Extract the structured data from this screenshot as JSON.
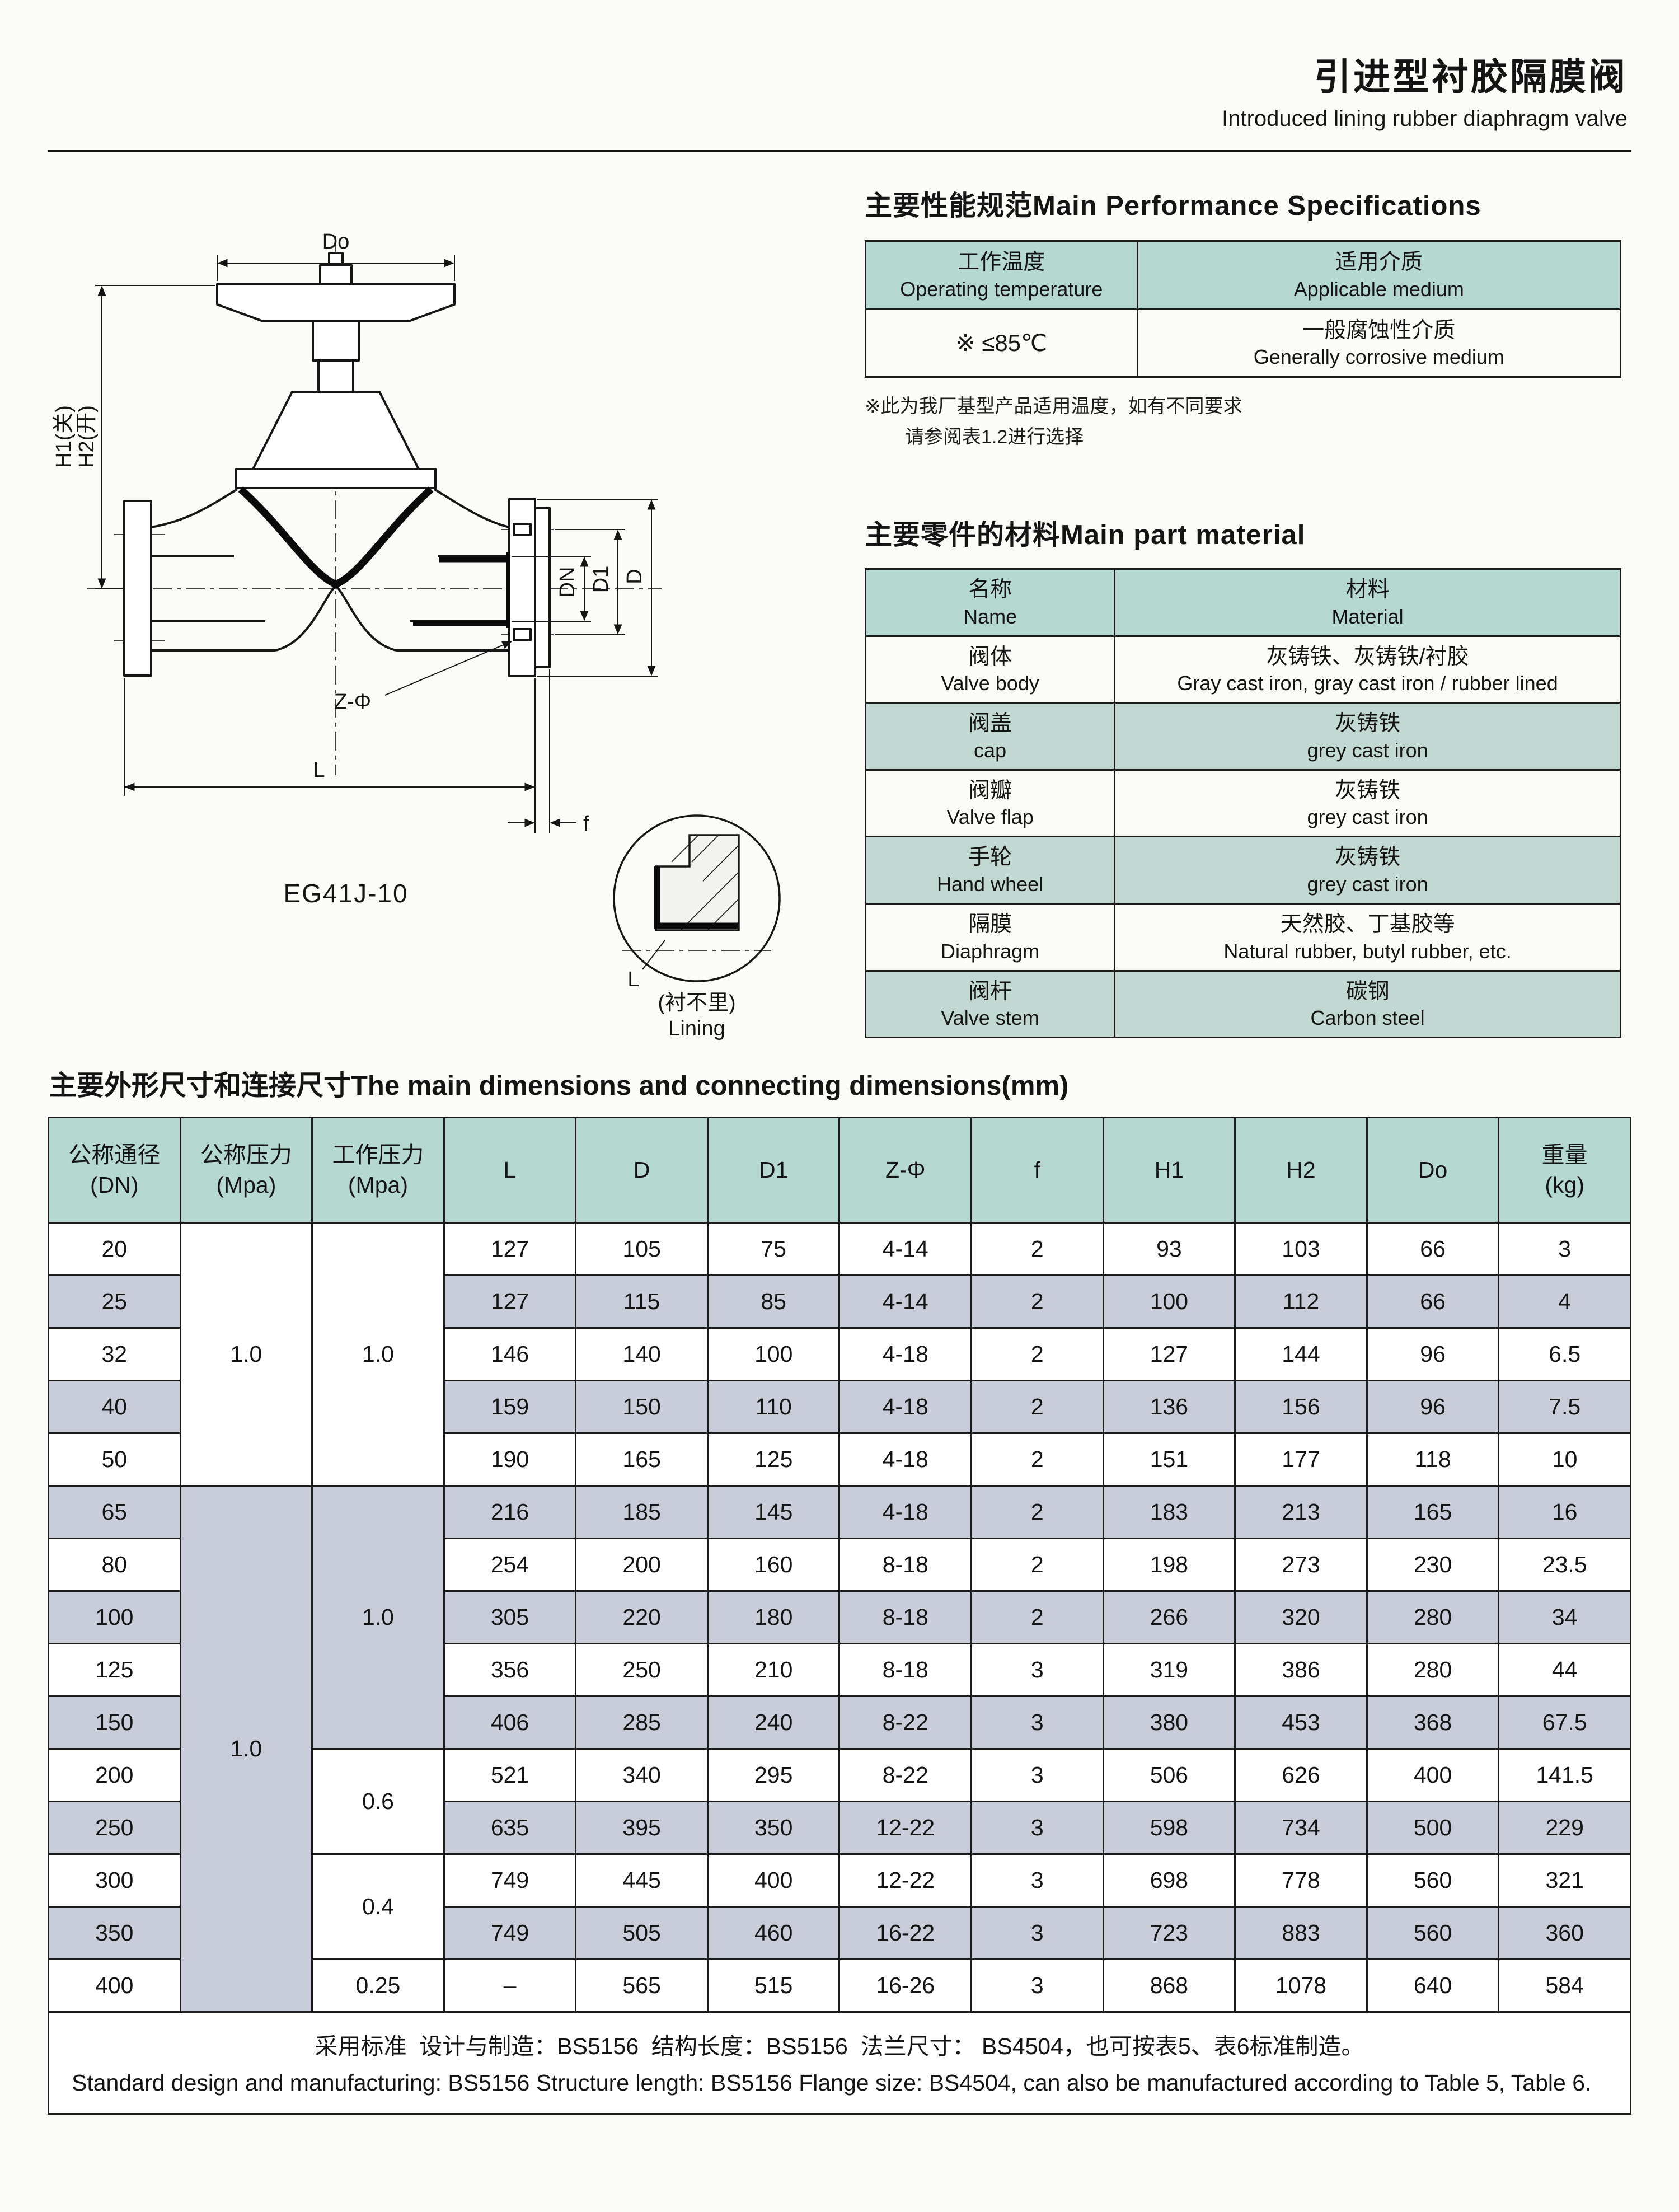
{
  "colors": {
    "table_header_teal": "#b5d8d0",
    "row_shade_gray": "#c9cdda",
    "material_alt_teal": "#c2d8d2",
    "page_bg": "#fbfbf8",
    "ink": "#141414"
  },
  "header": {
    "title_zh": "引进型衬胶隔膜阀",
    "title_en": "Introduced lining rubber diaphragm valve"
  },
  "drawing": {
    "model": "EG41J-10",
    "dim_do": "Do",
    "dim_h1": "H1(关)",
    "dim_h2": "H2(开)",
    "dim_dn": "DN",
    "dim_d1": "D1",
    "dim_d": "D",
    "dim_z": "Z-Φ",
    "dim_l": "L",
    "dim_f": "f",
    "detail_l": "L",
    "detail_caption_zh": "(衬不里)",
    "detail_caption_en": "Lining"
  },
  "perf": {
    "title": "主要性能规范Main Performance Specifications",
    "col1_zh": "工作温度",
    "col1_en": "Operating temperature",
    "col2_zh": "适用介质",
    "col2_en": "Applicable medium",
    "temp": "※ ≤85℃",
    "medium_zh": "一般腐蚀性介质",
    "medium_en": "Generally corrosive medium",
    "footnote1": "※此为我厂基型产品适用温度，如有不同要求",
    "footnote2": "请参阅表1.2进行选择"
  },
  "materials": {
    "title": "主要零件的材料Main part material",
    "header": {
      "name_zh": "名称",
      "name_en": "Name",
      "mat_zh": "材料",
      "mat_en": "Material"
    },
    "rows": [
      {
        "name_zh": "阀体",
        "name_en": "Valve body",
        "mat_zh": "灰铸铁、灰铸铁/衬胶",
        "mat_en": "Gray cast iron, gray cast iron / rubber lined"
      },
      {
        "name_zh": "阀盖",
        "name_en": "cap",
        "mat_zh": "灰铸铁",
        "mat_en": "grey cast iron"
      },
      {
        "name_zh": "阀瓣",
        "name_en": "Valve flap",
        "mat_zh": "灰铸铁",
        "mat_en": "grey cast iron"
      },
      {
        "name_zh": "手轮",
        "name_en": "Hand wheel",
        "mat_zh": "灰铸铁",
        "mat_en": "grey cast iron"
      },
      {
        "name_zh": "隔膜",
        "name_en": "Diaphragm",
        "mat_zh": "天然胶、丁基胶等",
        "mat_en": "Natural rubber, butyl rubber, etc."
      },
      {
        "name_zh": "阀杆",
        "name_en": "Valve stem",
        "mat_zh": "碳钢",
        "mat_en": "Carbon steel"
      }
    ]
  },
  "dims": {
    "title": "主要外形尺寸和连接尺寸The main dimensions and connecting dimensions(mm)",
    "headers": [
      "公称通径\n(DN)",
      "公称压力\n(Mpa)",
      "工作压力\n(Mpa)",
      "L",
      "D",
      "D1",
      "Z-Φ",
      "f",
      "H1",
      "H2",
      "Do",
      "重量\n(kg)"
    ],
    "merges": {
      "pn_a": "1.0",
      "pn_b": "1.0",
      "wp_a": "1.0",
      "wp_b": "1.0",
      "wp_c": "0.6",
      "wp_d": "0.4",
      "wp_e": "0.25"
    },
    "rows": [
      {
        "dn": "20",
        "L": "127",
        "D": "105",
        "D1": "75",
        "Z": "4-14",
        "f": "2",
        "H1": "93",
        "H2": "103",
        "Do": "66",
        "W": "3"
      },
      {
        "dn": "25",
        "L": "127",
        "D": "115",
        "D1": "85",
        "Z": "4-14",
        "f": "2",
        "H1": "100",
        "H2": "112",
        "Do": "66",
        "W": "4"
      },
      {
        "dn": "32",
        "L": "146",
        "D": "140",
        "D1": "100",
        "Z": "4-18",
        "f": "2",
        "H1": "127",
        "H2": "144",
        "Do": "96",
        "W": "6.5"
      },
      {
        "dn": "40",
        "L": "159",
        "D": "150",
        "D1": "110",
        "Z": "4-18",
        "f": "2",
        "H1": "136",
        "H2": "156",
        "Do": "96",
        "W": "7.5"
      },
      {
        "dn": "50",
        "L": "190",
        "D": "165",
        "D1": "125",
        "Z": "4-18",
        "f": "2",
        "H1": "151",
        "H2": "177",
        "Do": "118",
        "W": "10"
      },
      {
        "dn": "65",
        "L": "216",
        "D": "185",
        "D1": "145",
        "Z": "4-18",
        "f": "2",
        "H1": "183",
        "H2": "213",
        "Do": "165",
        "W": "16"
      },
      {
        "dn": "80",
        "L": "254",
        "D": "200",
        "D1": "160",
        "Z": "8-18",
        "f": "2",
        "H1": "198",
        "H2": "273",
        "Do": "230",
        "W": "23.5"
      },
      {
        "dn": "100",
        "L": "305",
        "D": "220",
        "D1": "180",
        "Z": "8-18",
        "f": "2",
        "H1": "266",
        "H2": "320",
        "Do": "280",
        "W": "34"
      },
      {
        "dn": "125",
        "L": "356",
        "D": "250",
        "D1": "210",
        "Z": "8-18",
        "f": "3",
        "H1": "319",
        "H2": "386",
        "Do": "280",
        "W": "44"
      },
      {
        "dn": "150",
        "L": "406",
        "D": "285",
        "D1": "240",
        "Z": "8-22",
        "f": "3",
        "H1": "380",
        "H2": "453",
        "Do": "368",
        "W": "67.5"
      },
      {
        "dn": "200",
        "L": "521",
        "D": "340",
        "D1": "295",
        "Z": "8-22",
        "f": "3",
        "H1": "506",
        "H2": "626",
        "Do": "400",
        "W": "141.5"
      },
      {
        "dn": "250",
        "L": "635",
        "D": "395",
        "D1": "350",
        "Z": "12-22",
        "f": "3",
        "H1": "598",
        "H2": "734",
        "Do": "500",
        "W": "229"
      },
      {
        "dn": "300",
        "L": "749",
        "D": "445",
        "D1": "400",
        "Z": "12-22",
        "f": "3",
        "H1": "698",
        "H2": "778",
        "Do": "560",
        "W": "321"
      },
      {
        "dn": "350",
        "L": "749",
        "D": "505",
        "D1": "460",
        "Z": "16-22",
        "f": "3",
        "H1": "723",
        "H2": "883",
        "Do": "560",
        "W": "360"
      },
      {
        "dn": "400",
        "L": "–",
        "D": "565",
        "D1": "515",
        "Z": "16-26",
        "f": "3",
        "H1": "868",
        "H2": "1078",
        "Do": "640",
        "W": "584"
      }
    ],
    "footer_zh": "采用标准  设计与制造：BS5156  结构长度：BS5156  法兰尺寸： BS4504，也可按表5、表6标准制造。",
    "footer_en": "Standard design and manufacturing: BS5156 Structure length: BS5156 Flange size: BS4504, can also be manufactured according to Table 5, Table 6."
  }
}
